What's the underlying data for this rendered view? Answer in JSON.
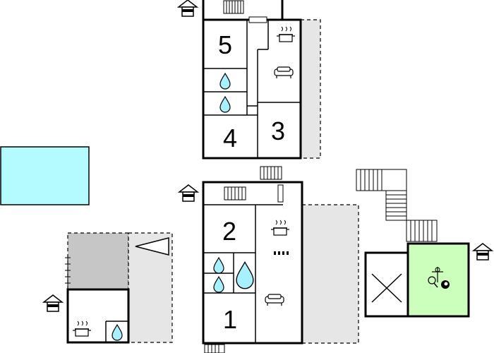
{
  "rooms": {
    "bedroom_1": "1",
    "bedroom_2": "2",
    "bedroom_3": "3",
    "bedroom_4": "4",
    "bedroom_5": "5"
  },
  "colors": {
    "pool": "#b3fbff",
    "water_drop": "#a6f0ff",
    "games_room": "#ccffbb",
    "terrace": "#e6e6e6",
    "carport": "#c6c6c6",
    "wall": "#000000"
  },
  "icons": [
    "house-entrance-icon",
    "stairs-icon",
    "pot-icon",
    "sofa-icon",
    "water-drop-icon",
    "table-football-icon",
    "billiard-ball-icon",
    "table-tennis-icon",
    "stove-icon"
  ]
}
